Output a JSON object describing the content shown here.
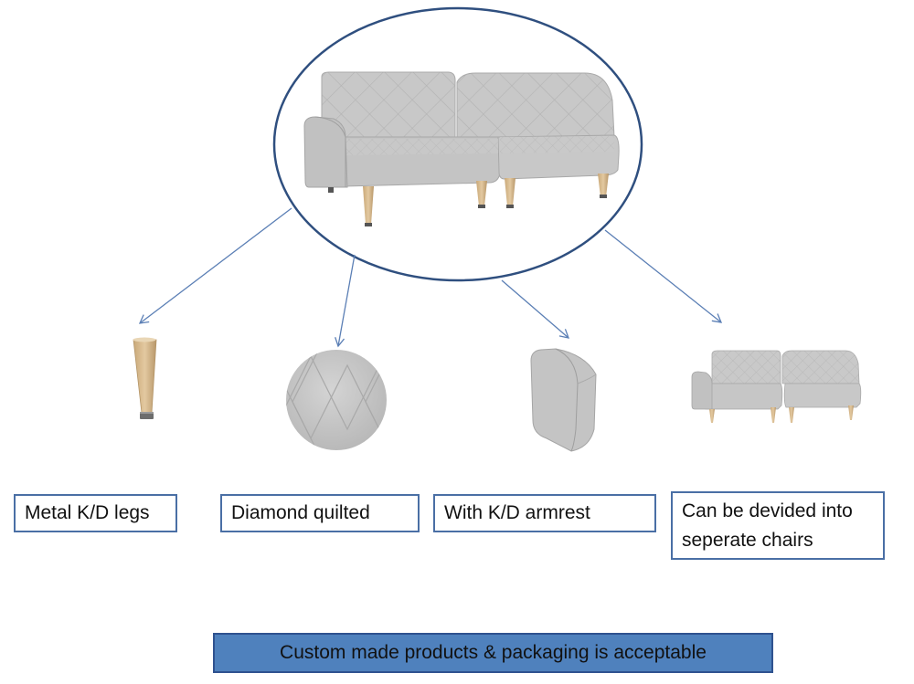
{
  "labels": {
    "legs": "Metal K/D legs",
    "quilted": "Diamond quilted",
    "armrest": "With K/D armrest",
    "divided_line1": "Can be devided into",
    "divided_line2": "seperate chairs"
  },
  "banner": "Custom made products & packaging is acceptable",
  "colors": {
    "ellipse_border": "#2f4f7f",
    "arrow": "#5b7fb5",
    "fabric": "#c9c9c9",
    "leg_wood": "#d2b48c",
    "banner_fill": "#4f81bd",
    "label_border": "#4a6fa5"
  }
}
